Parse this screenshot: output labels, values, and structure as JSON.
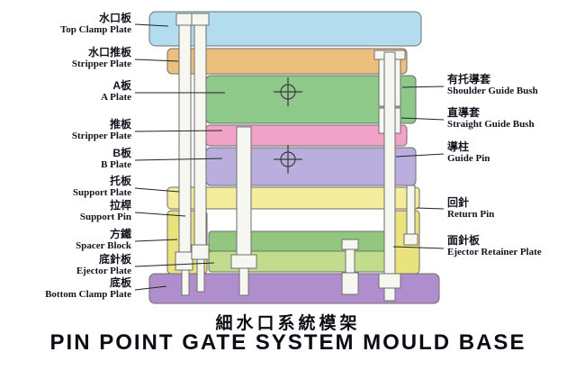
{
  "titles": {
    "chinese": "細水口系統模架",
    "english": "PIN POINT GATE SYSTEM MOULD BASE"
  },
  "left_labels": [
    {
      "cn": "水口板",
      "en": "Top Clamp Plate"
    },
    {
      "cn": "水口推板",
      "en": "Stripper Plate"
    },
    {
      "cn": "A板",
      "en": "A Plate"
    },
    {
      "cn": "推板",
      "en": "Stripper Plate"
    },
    {
      "cn": "B板",
      "en": "B Plate"
    },
    {
      "cn": "托板",
      "en": "Support Plate"
    },
    {
      "cn": "拉桿",
      "en": "Support Pin"
    },
    {
      "cn": "方鐵",
      "en": "Spacer Block"
    },
    {
      "cn": "底針板",
      "en": "Ejector Plate"
    },
    {
      "cn": "底板",
      "en": "Bottom Clamp Plate"
    }
  ],
  "right_labels": [
    {
      "cn": "有托導套",
      "en": "Shoulder Guide Bush"
    },
    {
      "cn": "直導套",
      "en": "Straight Guide Bush"
    },
    {
      "cn": "導柱",
      "en": "Guide Pin"
    },
    {
      "cn": "回針",
      "en": "Return Pin"
    },
    {
      "cn": "面針板",
      "en": "Ejector Retainer Plate"
    }
  ],
  "colors": {
    "top_clamp_plate": "#b3dcef",
    "runner_stripper_plate": "#edbf7d",
    "a_plate": "#8fc98a",
    "stripper_plate": "#f0a3c6",
    "b_plate": "#b9aede",
    "support_plate": "#f2ec9c",
    "spacer_block": "#e9e37d",
    "ejector_retainer_plate": "#93c77f",
    "ejector_plate": "#c2dc8e",
    "bottom_clamp_plate": "#b08ecd",
    "pin_fill": "#f7f7f2",
    "outline": "#6e6e6e",
    "leader_line": "#222222",
    "crosshair": "#3a3a3a"
  }
}
